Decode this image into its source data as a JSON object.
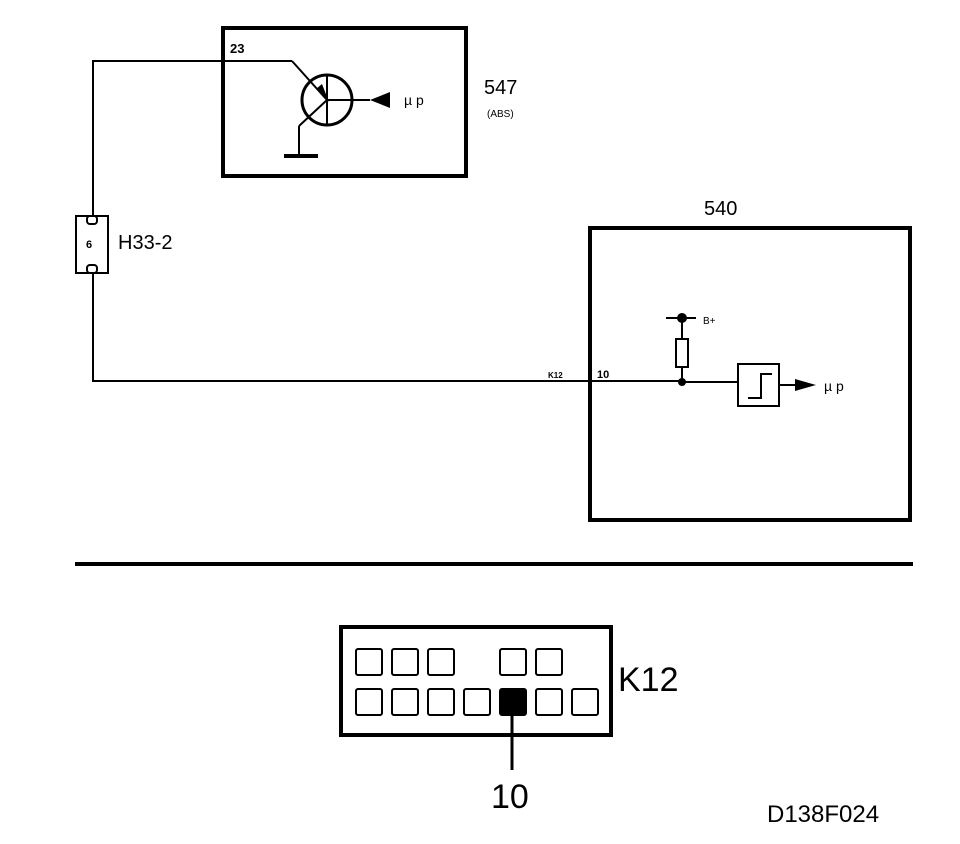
{
  "module_547": {
    "id": "547",
    "sub": "(ABS)",
    "pin": "23",
    "signal": "µ p"
  },
  "module_540": {
    "id": "540",
    "pin": "10",
    "supply": "B+",
    "signal": "µ p"
  },
  "connector_h33": {
    "name": "H33-2",
    "pin": "6"
  },
  "wire_label": "K12",
  "connector_k12": {
    "name": "K12",
    "highlighted_pin": "10",
    "top_row": [
      "cell",
      "cell",
      "cell",
      "gap",
      "cell",
      "cell"
    ],
    "bottom_row": [
      "cell",
      "cell",
      "cell",
      "cell",
      "filled",
      "cell",
      "cell"
    ]
  },
  "figure_id": "D138F024",
  "colors": {
    "ink": "#000000",
    "paper": "#ffffff"
  }
}
